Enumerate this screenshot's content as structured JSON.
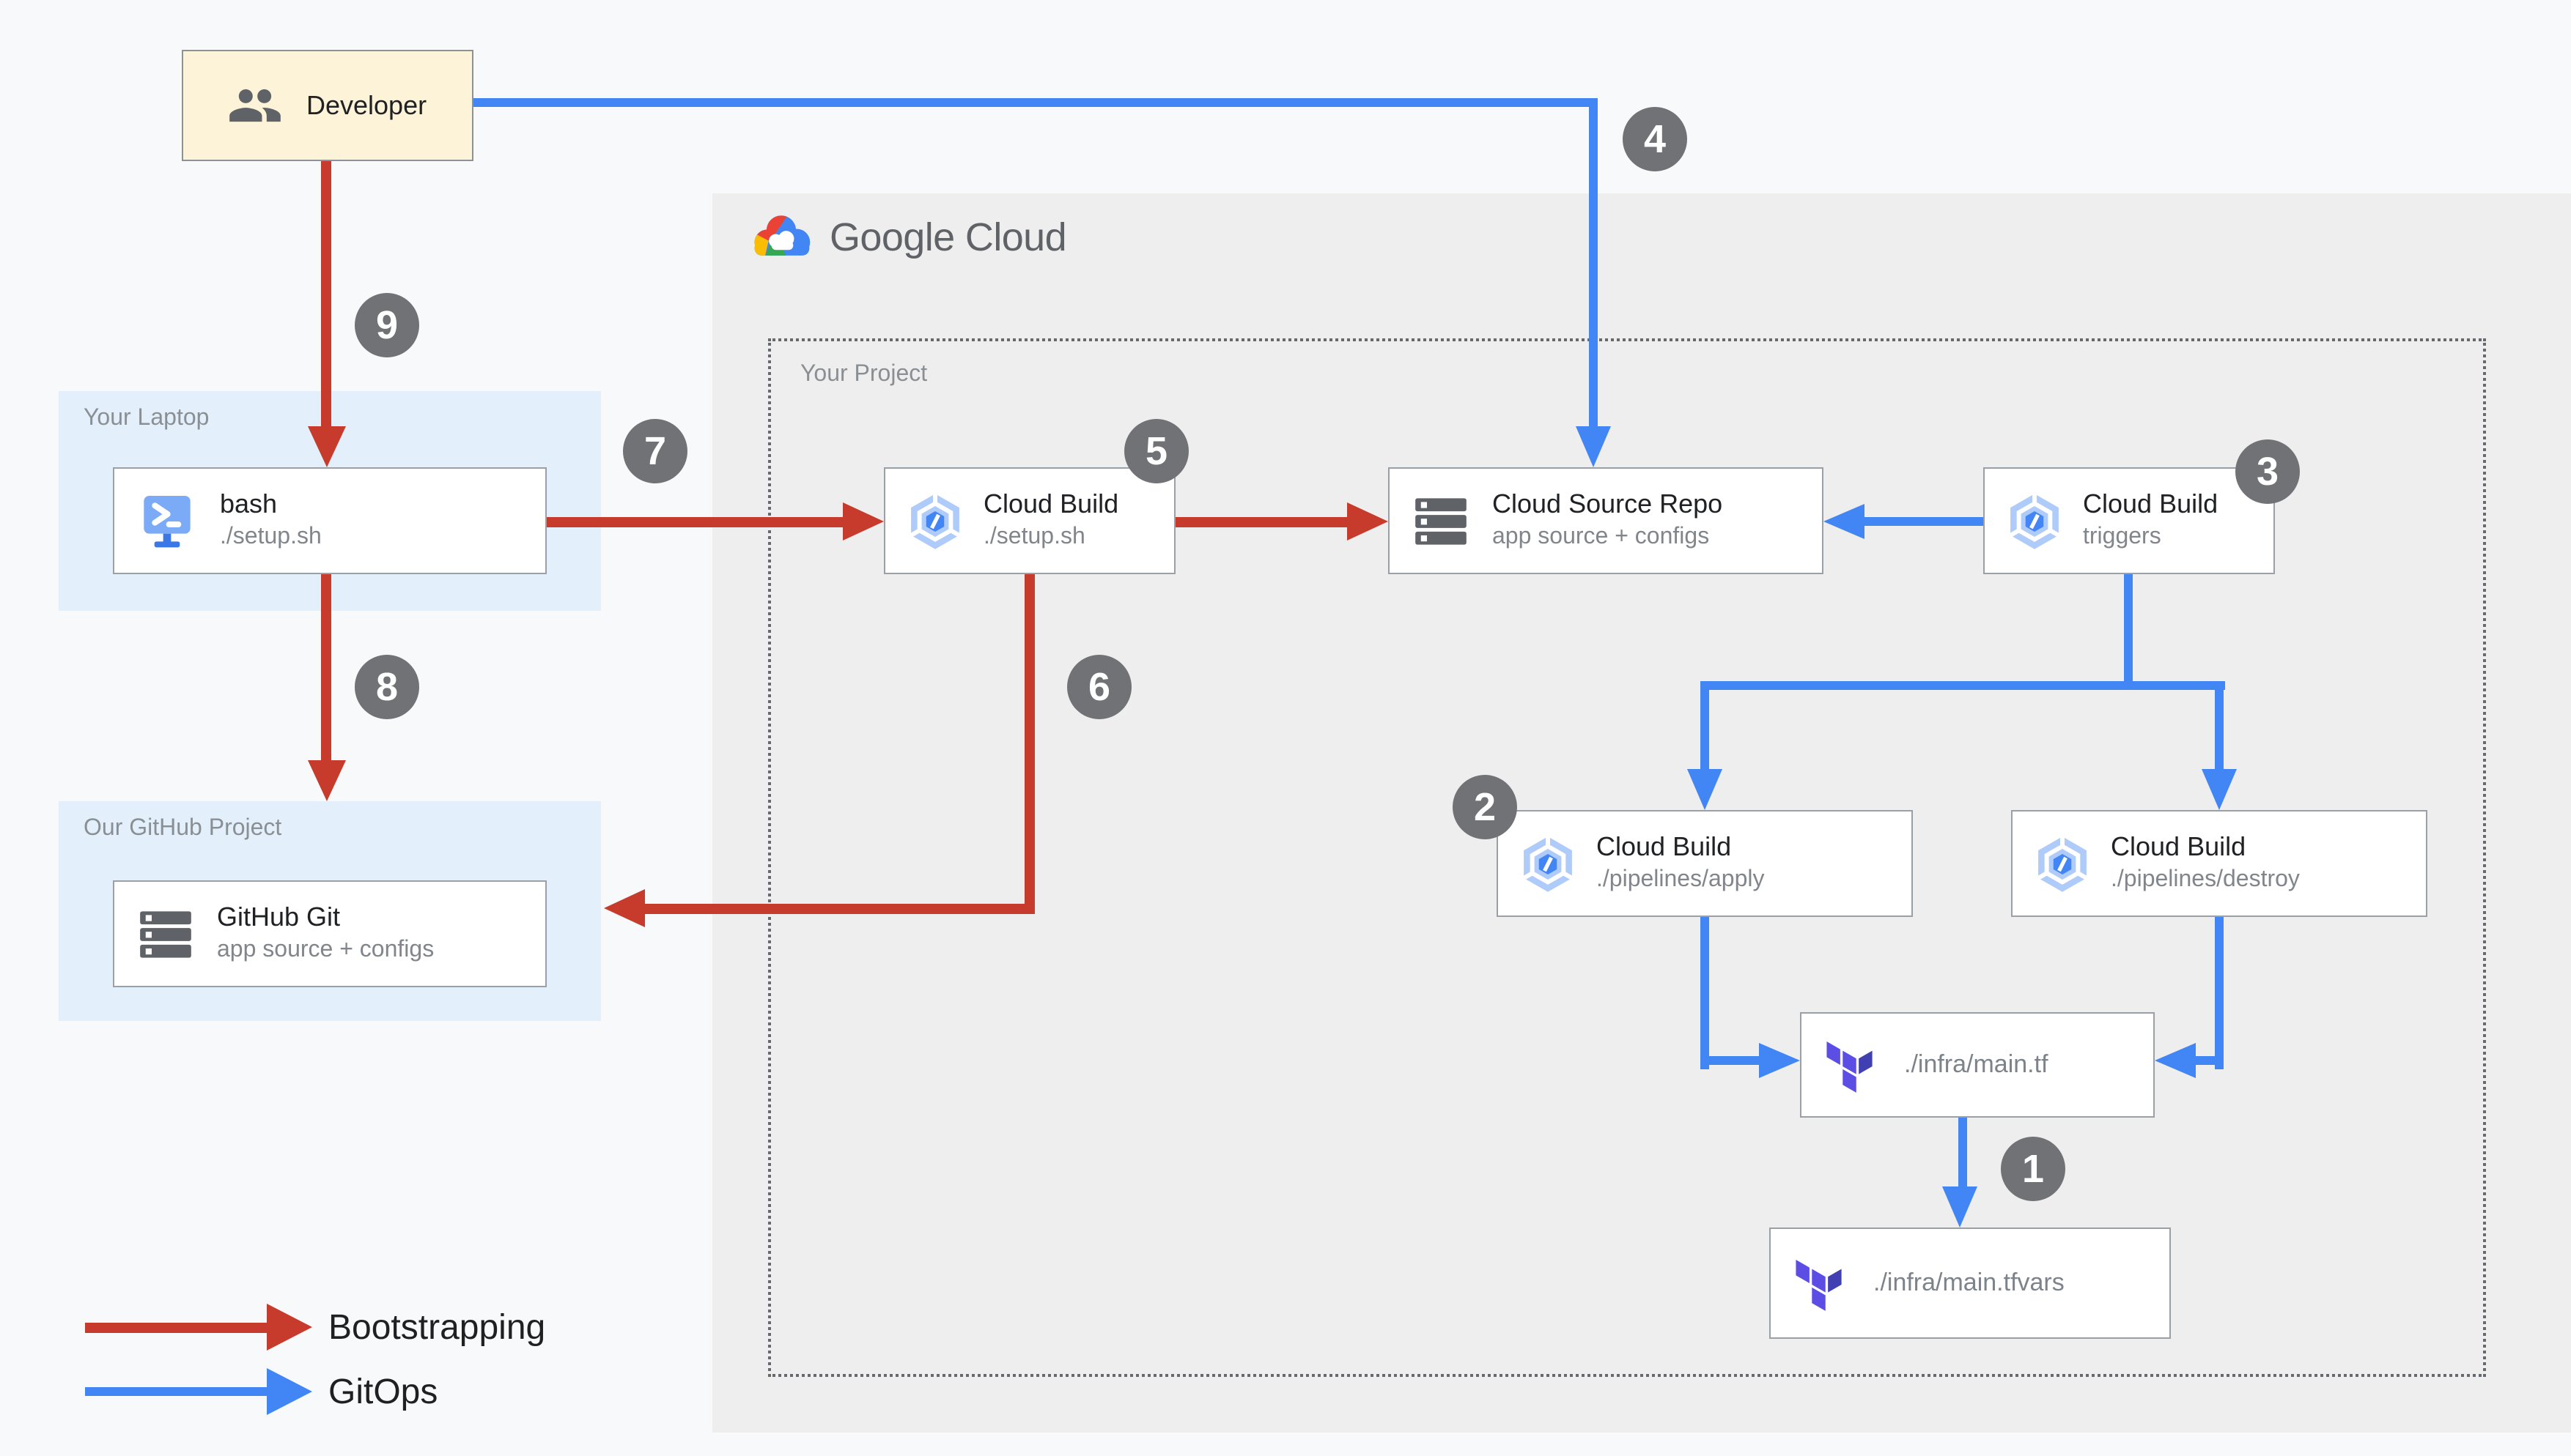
{
  "brand": {
    "google_cloud": "Google Cloud"
  },
  "panels": {
    "laptop": "Your Laptop",
    "github": "Our GitHub Project",
    "project": "Your Project"
  },
  "nodes": {
    "developer": {
      "label": "Developer"
    },
    "bash": {
      "title": "bash",
      "subtitle": "./setup.sh"
    },
    "github_git": {
      "title": "GitHub Git",
      "subtitle": "app source + configs"
    },
    "cb_setup": {
      "title": "Cloud Build",
      "subtitle": "./setup.sh"
    },
    "csr": {
      "title": "Cloud Source Repo",
      "subtitle": "app source + configs"
    },
    "cb_triggers": {
      "title": "Cloud Build",
      "subtitle": "triggers"
    },
    "cb_apply": {
      "title": "Cloud Build",
      "subtitle": "./pipelines/apply"
    },
    "cb_destroy": {
      "title": "Cloud Build",
      "subtitle": "./pipelines/destroy"
    },
    "main_tf": {
      "label": "./infra/main.tf"
    },
    "main_tfvars": {
      "label": "./infra/main.tfvars"
    }
  },
  "steps": {
    "s1": "1",
    "s2": "2",
    "s3": "3",
    "s4": "4",
    "s5": "5",
    "s6": "6",
    "s7": "7",
    "s8": "8",
    "s9": "9"
  },
  "legend": {
    "bootstrapping": "Bootstrapping",
    "gitops": "GitOps"
  },
  "colors": {
    "bootstrapping_red": "#c63b2c",
    "gitops_blue": "#4285f4",
    "badge_gray": "#707275",
    "google_cloud_panel": "#eeeeee",
    "local_panel_blue": "#e3f0fb",
    "developer_cream": "#fcf3d8"
  }
}
